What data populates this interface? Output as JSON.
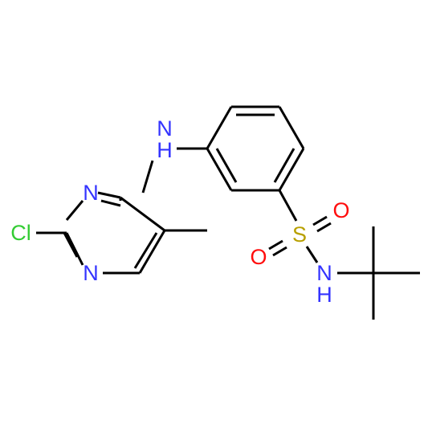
{
  "molecule": {
    "atoms": {
      "cl": {
        "symbol": "Cl",
        "color": "#33CC33"
      },
      "n1": {
        "symbol": "N",
        "color": "#3333FF"
      },
      "n3": {
        "symbol": "N",
        "color": "#3333FF"
      },
      "nh_amine": {
        "symbol": "N",
        "color": "#3333FF"
      },
      "h_amine": {
        "symbol": "H",
        "color": "#3333FF"
      },
      "s": {
        "symbol": "S",
        "color": "#B8A000"
      },
      "o1": {
        "symbol": "O",
        "color": "#FF0D0D"
      },
      "o2": {
        "symbol": "O",
        "color": "#FF0D0D"
      },
      "nh_sulfonamide": {
        "symbol": "N",
        "color": "#3333FF"
      },
      "h_sulfonamide": {
        "symbol": "H",
        "color": "#3333FF"
      }
    },
    "bond_color": "#000000"
  }
}
